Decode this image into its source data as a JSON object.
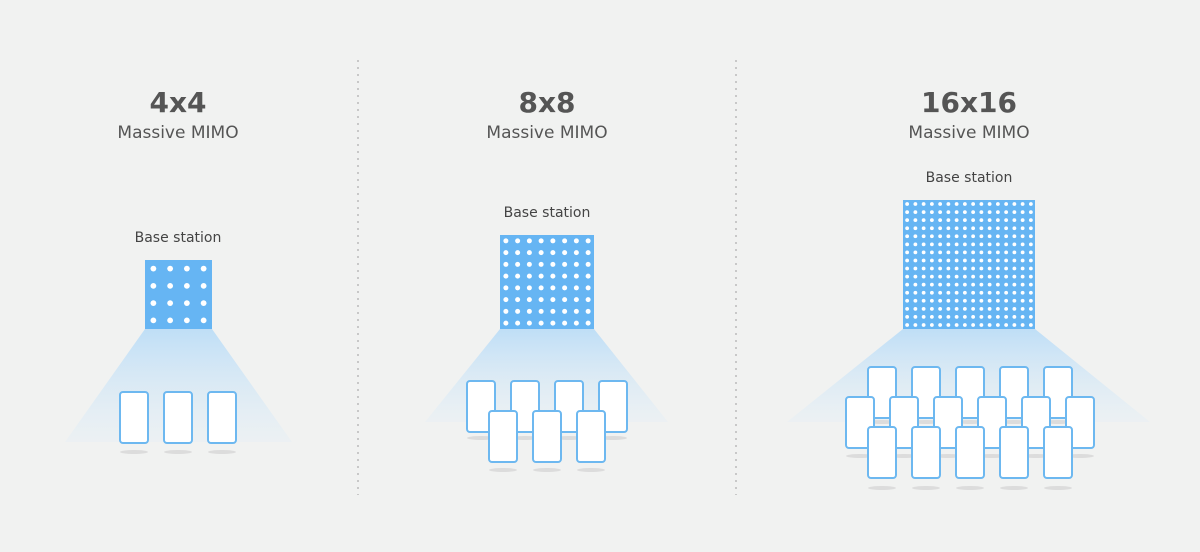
{
  "panels": [
    {
      "size": "4x4",
      "subtitle": "Massive MIMO",
      "base_label": "Base station",
      "antenna_grid": 4,
      "device_count": 3
    },
    {
      "size": "8x8",
      "subtitle": "Massive MIMO",
      "base_label": "Base station",
      "antenna_grid": 8,
      "device_count": 7
    },
    {
      "size": "16x16",
      "subtitle": "Massive MIMO",
      "base_label": "Base station",
      "antenna_grid": 16,
      "device_count": 16
    }
  ],
  "colors": {
    "background": "#f1f2f1",
    "antenna_block": "#66b5f3",
    "antenna_dot": "#ffffff",
    "device_outline": "#6db8f0",
    "divider": "#c8c8c8",
    "text": "#555555"
  }
}
